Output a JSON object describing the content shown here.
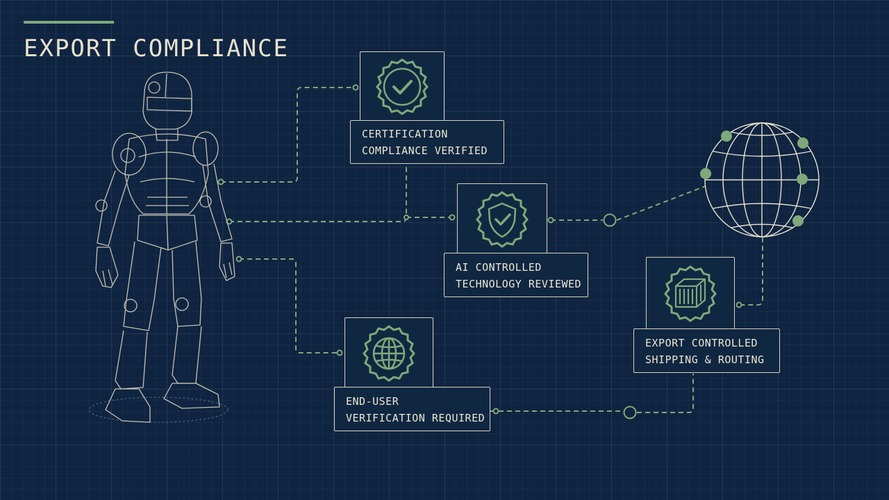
{
  "title": "EXPORT COMPLIANCE",
  "colors": {
    "background": "#0f2440",
    "accent": "#7fa97a",
    "line": "#d8d2bf",
    "text": "#e8e2cf"
  },
  "nodes": {
    "certification": {
      "icon": "seal-checkmark-icon",
      "line1": "CERTIFICATION",
      "line2": "COMPLIANCE VERIFIED"
    },
    "ai_controlled": {
      "icon": "shield-checkmark-icon",
      "line1": "AI CONTROLLED",
      "line2": "TECHNOLOGY REVIEWED"
    },
    "end_user": {
      "icon": "globe-icon",
      "line1": "END-USER",
      "line2": "VERIFICATION REQUIRED"
    },
    "shipping": {
      "icon": "shipping-crate-icon",
      "line1": "EXPORT CONTROLLED",
      "line2": "SHIPPING & ROUTING"
    }
  },
  "figure": {
    "icon": "humanoid-robot-icon"
  },
  "globe": {
    "icon": "world-globe-icon"
  }
}
